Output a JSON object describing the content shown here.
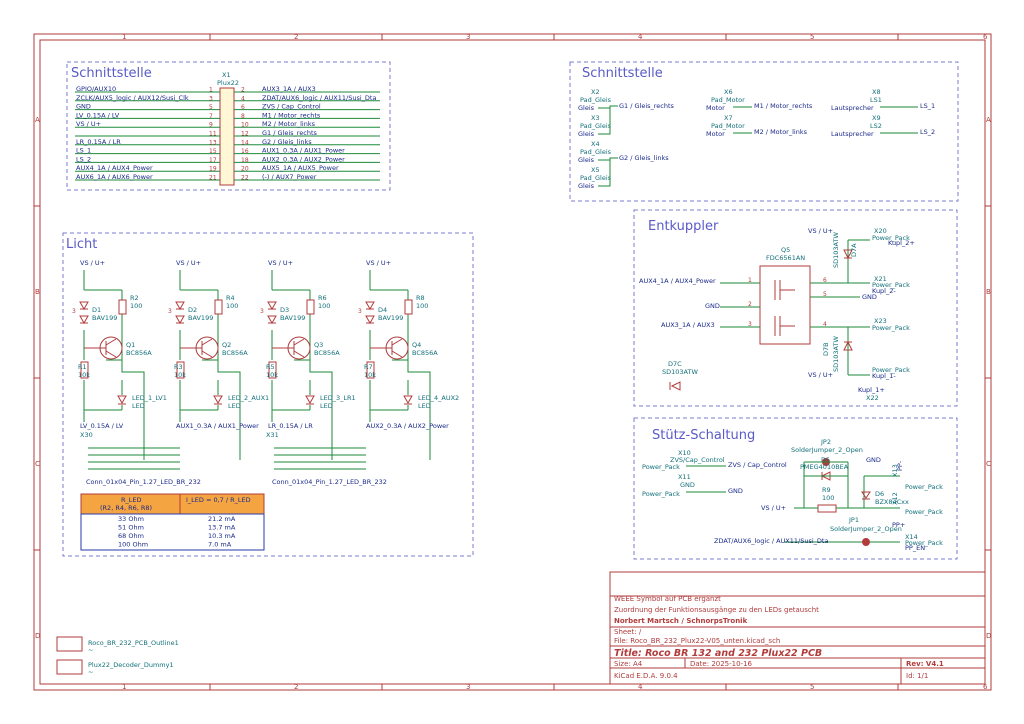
{
  "frame": {
    "cols": [
      "1",
      "2",
      "3",
      "4",
      "5",
      "6"
    ],
    "rows": [
      "A",
      "B",
      "C",
      "D"
    ]
  },
  "sections": {
    "schnittstelle_left": "Schnittstelle",
    "schnittstelle_right": "Schnittstelle",
    "licht": "Licht",
    "entkuppler": "Entkuppler",
    "stuetz": "Stütz-Schaltung"
  },
  "connector_x1": {
    "ref": "X1",
    "value": "Plux22",
    "left_pins": [
      {
        "num": "1",
        "label": "GPIO/AUX10"
      },
      {
        "num": "3",
        "label": "ZCLK/AUX5_logic / AUX12/Susi_Clk"
      },
      {
        "num": "5",
        "label": "GND"
      },
      {
        "num": "7",
        "label": "LV_0.15A / LV"
      },
      {
        "num": "9",
        "label": "VS / U+"
      },
      {
        "num": "11",
        "label": ""
      },
      {
        "num": "13",
        "label": "LR_0.15A / LR"
      },
      {
        "num": "15",
        "label": "LS_1"
      },
      {
        "num": "17",
        "label": "LS_2"
      },
      {
        "num": "19",
        "label": "AUX4_1A / AUX4_Power"
      },
      {
        "num": "21",
        "label": "AUX6_1A / AUX6_Power"
      }
    ],
    "right_pins": [
      {
        "num": "2",
        "label": "AUX3_1A / AUX3"
      },
      {
        "num": "4",
        "label": "ZDAT/AUX6_logic / AUX11/Susi_Dta"
      },
      {
        "num": "6",
        "label": "ZVS / Cap_Control"
      },
      {
        "num": "8",
        "label": "M1 / Motor_rechts"
      },
      {
        "num": "10",
        "label": "M2 / Motor_links"
      },
      {
        "num": "12",
        "label": "G1 / Gleis_rechts"
      },
      {
        "num": "14",
        "label": "G2 / Gleis_links"
      },
      {
        "num": "16",
        "label": "AUX1_0.3A / AUX1_Power"
      },
      {
        "num": "18",
        "label": "AUX2_0.3A / AUX2_Power"
      },
      {
        "num": "20",
        "label": "AUX5_1A / AUX5_Power"
      },
      {
        "num": "22",
        "label": "(-) / AUX7_Power"
      }
    ]
  },
  "right_interface": {
    "pads": [
      {
        "ref": "X2",
        "value": "Pad_Gleis",
        "pin": "Gleis"
      },
      {
        "ref": "X3",
        "value": "Pad_Gleis",
        "pin": "Gleis"
      },
      {
        "ref": "X4",
        "value": "Pad_Gleis",
        "pin": "Gleis"
      },
      {
        "ref": "X5",
        "value": "Pad_Gleis",
        "pin": "Gleis"
      }
    ],
    "g1": "G1 / Gleis_rechts",
    "g2": "G2 / Gleis_links",
    "motors": [
      {
        "ref": "X6",
        "value": "Pad_Motor",
        "pin": "Motor",
        "net": "M1 / Motor_rechts"
      },
      {
        "ref": "X7",
        "value": "Pad_Motor",
        "pin": "Motor",
        "net": "M2 / Motor_links"
      }
    ],
    "speakers": [
      {
        "ref": "X8",
        "value": "LS1",
        "pin": "Lautsprecher",
        "net": "LS_1"
      },
      {
        "ref": "X9",
        "value": "LS2",
        "pin": "Lautsprecher",
        "net": "LS_2"
      }
    ]
  },
  "licht": {
    "vs": "VS / U+",
    "channels": [
      {
        "d": "D1",
        "dval": "BAV199",
        "r1": "R2",
        "r1v": "100",
        "q": "Q1",
        "qv": "BC856A",
        "r2": "R1",
        "r2v": "10k",
        "led": "LED_1_LV1",
        "ledv": "LED",
        "net": "LV_0.15A / LV"
      },
      {
        "d": "D2",
        "dval": "BAV199",
        "r1": "R4",
        "r1v": "100",
        "q": "Q2",
        "qv": "BC856A",
        "r2": "R3",
        "r2v": "10k",
        "led": "LED_2_AUX1",
        "ledv": "LED",
        "net": "AUX1_0.3A / AUX1_Power"
      },
      {
        "d": "D3",
        "dval": "BAV199",
        "r1": "R6",
        "r1v": "100",
        "q": "Q3",
        "qv": "BC856A",
        "r2": "R5",
        "r2v": "10k",
        "led": "LED_3_LR1",
        "ledv": "LED",
        "net": "LR_0.15A / LR"
      },
      {
        "d": "D4",
        "dval": "BAV199",
        "r1": "R8",
        "r1v": "100",
        "q": "Q4",
        "qv": "BC856A",
        "r2": "R7",
        "r2v": "10k",
        "led": "LED_4_AUX2",
        "ledv": "LED",
        "net": "AUX2_0.3A / AUX2_Power"
      }
    ],
    "x30": "X30",
    "x31": "X31",
    "conn_value": "Conn_01x04_Pin_1.27_LED_BR_232"
  },
  "r_table": {
    "headers": [
      "R_LED\n(R2, R4, R6, R8)",
      "I_LED = 0,7 / R_LED"
    ],
    "h1a": "R_LED",
    "h1b": "(R2, R4, R6, R8)",
    "h2": "I_LED = 0,7 / R_LED",
    "rows": [
      [
        "33 Ohm",
        "21.2 mA"
      ],
      [
        "51 Ohm",
        "13.7 mA"
      ],
      [
        "68 Ohm",
        "10.3 mA"
      ],
      [
        "100 Ohm",
        "7.0 mA"
      ]
    ]
  },
  "entkuppler": {
    "vs": "VS / U+",
    "q5": "Q5",
    "q5v": "FDC6561AN",
    "aux4": "AUX4_1A / AUX4_Power",
    "gnd": "GND",
    "aux3": "AUX3_1A / AUX3",
    "x20": "X20",
    "x20v": "Power_Pack",
    "kupl2p": "Kupl_2+",
    "x21": "X21",
    "x21v": "Power_Pack",
    "kupl2m": "Kupl_2-",
    "x23": "X23",
    "x23v": "Power_Pack",
    "x22": "X22",
    "x22v": "Power_Pack",
    "kupl1m": "Kupl_1-",
    "kupl1p": "Kupl_1+",
    "d7a": "D7A",
    "d7av": "SD103ATW",
    "d7b": "D7B",
    "d7bv": "SD103ATW",
    "d7c": "D7C",
    "d7cv": "SD103ATW"
  },
  "stuetz": {
    "x10": "X10",
    "x10v": "Power_Pack",
    "zvs": "ZVS/Cap_Control",
    "zvsnet": "ZVS / Cap_Control",
    "x11": "X11",
    "x11v": "Power_Pack",
    "gndlbl": "GND",
    "gndnet": "GND",
    "jp2": "JP2",
    "jp2v": "SolderJumper_2_Open",
    "d5": "D5",
    "d5v": "PMEG4010BEA",
    "r9": "R9",
    "r9v": "100",
    "gnd_top": "GND",
    "x13": "X13",
    "x13v": "Power_Pack",
    "ppm": "PP-",
    "d6": "D6",
    "d6v": "BZX84Cxx",
    "x12": "X12",
    "x12v": "Power_Pack",
    "vs": "VS / U+",
    "jp1": "JP1",
    "jp1v": "SolderJumper_2_Open",
    "ppp": "PP+",
    "zdat": "ZDAT/AUX6_logic / AUX11/Susi_Dta",
    "x14": "X14",
    "x14v": "Power_Pack",
    "ppen": "PP_EN"
  },
  "notes": {
    "n1": "WEEE Symbol auf PCB ergänzt",
    "n2": "Zuordnung der Funktionsausgänge zu den LEDs getauscht",
    "author": "Norbert Martsch / SchnorpsTronik"
  },
  "title_block": {
    "sheet": "Sheet: /",
    "file": "File: Roco_BR_232_Plux22-V05_unten.kicad_sch",
    "title": "Title: Roco BR 132 and 232 Plux22 PCB",
    "size": "Size: A4",
    "date": "Date: 2025-10-16",
    "rev": "Rev: V4.1",
    "tool": "KiCad E.D.A. 9.0.4",
    "id": "Id: 1/1"
  },
  "footprints": [
    {
      "name": "Roco_BR_232_PCB_Outline1",
      "sub": "~"
    },
    {
      "name": "Plux22_Decoder_Dummy1",
      "sub": "~"
    }
  ]
}
